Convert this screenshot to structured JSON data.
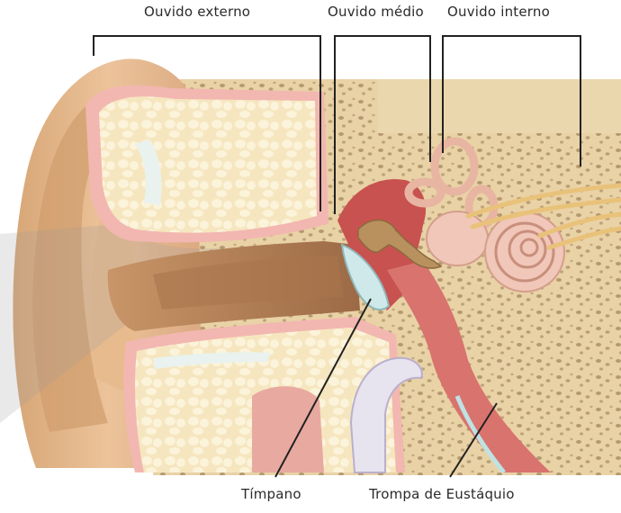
{
  "labels": {
    "outer_ear": "Ouvido externo",
    "middle_ear": "Ouvido médio",
    "inner_ear": "Ouvido interno",
    "eardrum": "Tímpano",
    "eustachian_tube": "Trompa de Eustáquio"
  },
  "colors": {
    "skin": "#e6b889",
    "skin_dark": "#b9825a",
    "bone": "#f1dcb0",
    "spongy_bone": "#f8eac7",
    "pink_rim": "#f2b7b0",
    "middle_ear_red": "#c8524f",
    "tube_pink": "#d9736e",
    "inner_ear": "#f0c7b8",
    "nerve": "#e9c27a",
    "leader_line": "#222222"
  }
}
